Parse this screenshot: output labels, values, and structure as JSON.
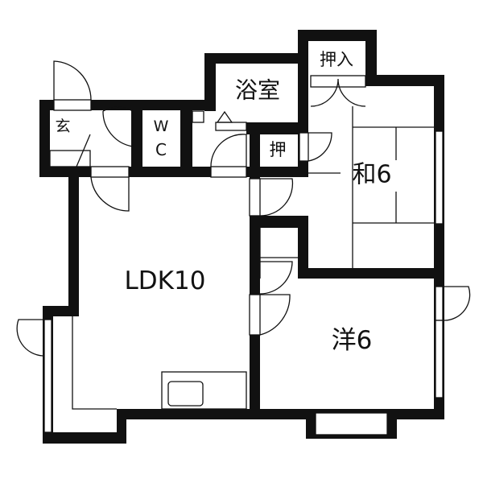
{
  "rooms": {
    "genkan": "玄",
    "wc_w": "W",
    "wc_c": "C",
    "bath": "浴室",
    "closet_large": "押入",
    "closet_small": "押",
    "japanese_room": "和6",
    "ldk": "LDK10",
    "western_room": "洋6"
  }
}
